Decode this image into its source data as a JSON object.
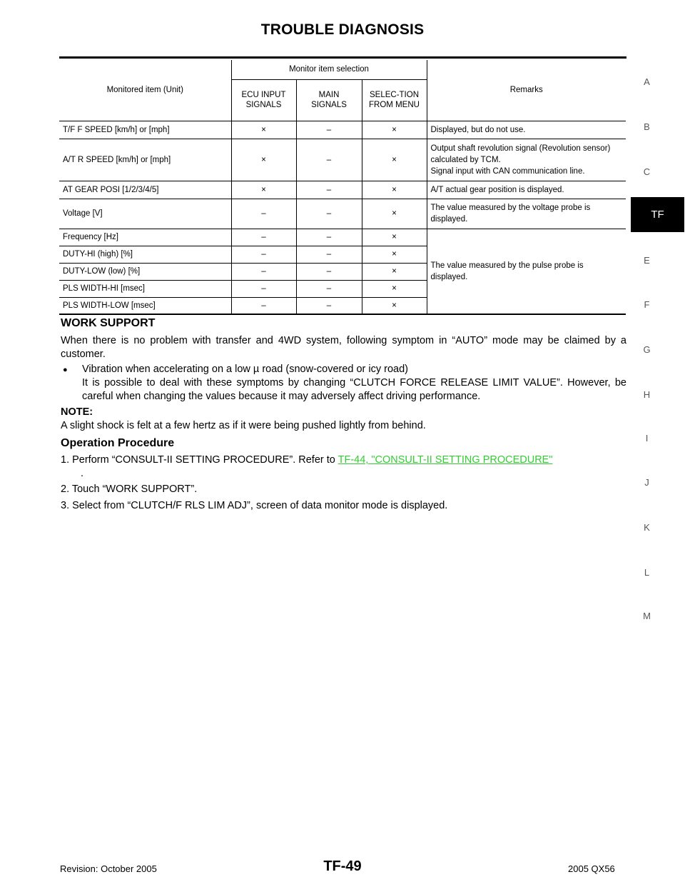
{
  "header": {
    "title": "TROUBLE DIAGNOSIS"
  },
  "side_index": {
    "letters": [
      "A",
      "B",
      "C",
      "E",
      "F",
      "G",
      "H",
      "I",
      "J",
      "K",
      "L",
      "M"
    ],
    "active": "TF"
  },
  "table": {
    "headers": {
      "item": "Monitored item (Unit)",
      "group": "Monitor item selection",
      "ecu": "ECU INPUT SIGNALS",
      "main": "MAIN SIGNALS",
      "sel": "SELEC-TION FROM MENU",
      "remarks": "Remarks"
    },
    "rows": [
      {
        "item": "T/F F SPEED [km/h] or [mph]",
        "ecu": "×",
        "main": "–",
        "sel": "×",
        "remark": "Displayed, but do not use."
      },
      {
        "item": "A/T R SPEED [km/h] or [mph]",
        "ecu": "×",
        "main": "–",
        "sel": "×",
        "remark": "Output shaft revolution signal (Revolution sensor) calculated by TCM.\nSignal input with CAN communication line."
      },
      {
        "item": "AT GEAR POSI [1/2/3/4/5]",
        "ecu": "×",
        "main": "–",
        "sel": "×",
        "remark": "A/T actual gear position is displayed."
      },
      {
        "item": "Voltage [V]",
        "ecu": "–",
        "main": "–",
        "sel": "×",
        "remark": "The value measured by the voltage probe is displayed."
      },
      {
        "item": "Frequency [Hz]",
        "ecu": "–",
        "main": "–",
        "sel": "×"
      },
      {
        "item": "DUTY-HI (high) [%]",
        "ecu": "–",
        "main": "–",
        "sel": "×"
      },
      {
        "item": "DUTY-LOW (low) [%]",
        "ecu": "–",
        "main": "–",
        "sel": "×"
      },
      {
        "item": "PLS WIDTH-HI [msec]",
        "ecu": "–",
        "main": "–",
        "sel": "×"
      },
      {
        "item": "PLS WIDTH-LOW [msec]",
        "ecu": "–",
        "main": "–",
        "sel": "×"
      }
    ],
    "merged_remark": "The value measured by the pulse probe is displayed."
  },
  "work_support": {
    "heading": "WORK SUPPORT",
    "intro": "When there is no problem with transfer and 4WD system, following symptom in “AUTO” mode may be claimed by a customer.",
    "bullet_line1": "Vibration when accelerating on a low µ road (snow-covered or icy road)",
    "bullet_line2": "It is possible to deal with these symptoms by changing “CLUTCH FORCE RELEASE LIMIT VALUE”. However, be careful when changing the values because it may adversely affect driving performance.",
    "note_label": "NOTE:",
    "note_text": "A slight shock is felt at a few hertz as if it were being pushed lightly from behind."
  },
  "operation": {
    "heading": "Operation Procedure",
    "step1_text": "1.  Perform “CONSULT-II SETTING PROCEDURE”. Refer to ",
    "step1_link": "TF-44, \"CONSULT-II SETTING PROCEDURE\"",
    "step1_tail": ".",
    "step2": "2.  Touch “WORK SUPPORT”.",
    "step3": "3.  Select from “CLUTCH/F RLS LIM ADJ”, screen of data monitor mode is displayed."
  },
  "footer": {
    "revision": "Revision: October 2005",
    "page": "TF-49",
    "model": "2005 QX56"
  },
  "colors": {
    "link": "#33cc33",
    "tab_bg": "#000000"
  }
}
